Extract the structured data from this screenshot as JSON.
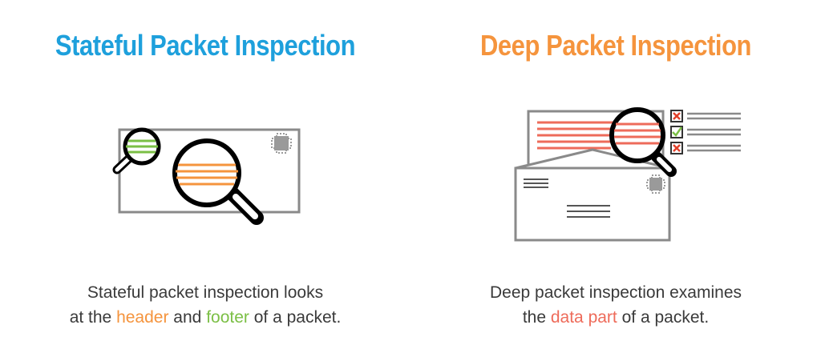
{
  "left": {
    "title": "Stateful Packet Inspection",
    "caption": {
      "line1": "Stateful packet inspection looks",
      "line2_prefix": "at the ",
      "line2_header": "header",
      "line2_mid": " and ",
      "line2_footer": "footer",
      "line2_suffix": " of a packet."
    }
  },
  "right": {
    "title": "Deep Packet Inspection",
    "caption": {
      "line1": "Deep packet inspection examines",
      "line2_prefix": "the ",
      "line2_data": "data part",
      "line2_suffix": " of a packet."
    }
  },
  "colors": {
    "blue_title": "#1ea0dc",
    "orange": "#f5943d",
    "green": "#7bbf45",
    "red": "#ee6b5a",
    "gray_outline": "#8a8a8a"
  },
  "icons": [
    "small-magnifier-icon",
    "large-magnifier-icon",
    "envelope-icon",
    "stamp-icon",
    "checklist-icon"
  ]
}
